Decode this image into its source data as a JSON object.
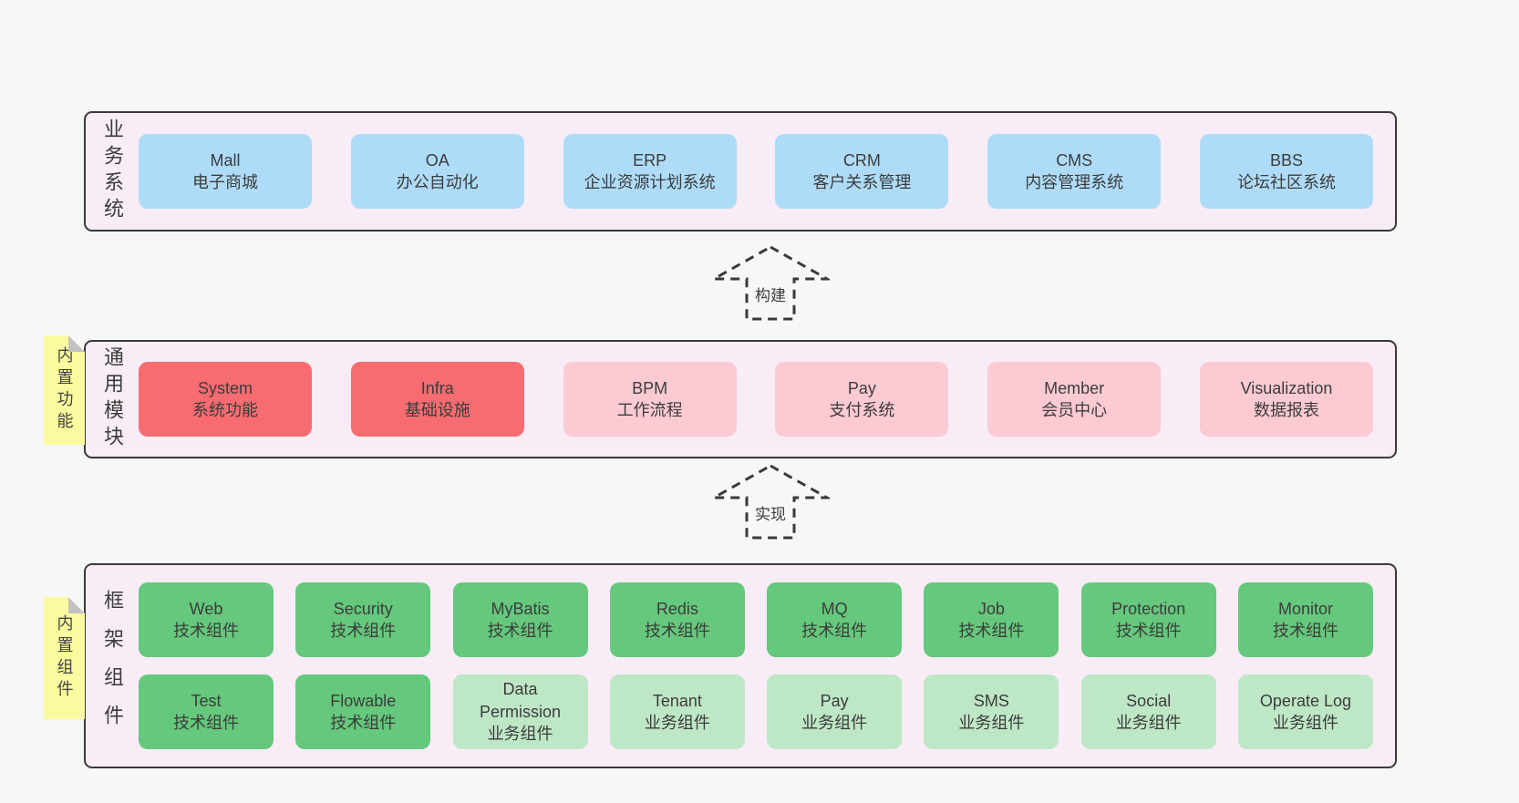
{
  "colors": {
    "page_bg": "#f7f7f7",
    "panel_bg": "#f8edf6",
    "panel_border": "#3a3a3a",
    "business_box_blue": "#aedcf8",
    "core_module_red": "#f76c70",
    "optional_module_pink": "#fccad3",
    "tech_component_green": "#65c87c",
    "biz_component_light_green": "#bee7c6",
    "sticky_tab_yellow": "#fafa9e",
    "text": "#3c3c3c"
  },
  "diagram": {
    "arrows": [
      {
        "label": "构建"
      },
      {
        "label": "实现"
      }
    ],
    "layers": [
      {
        "side_label": "业务系统",
        "rows": [
          [
            {
              "title": "Mall",
              "subtitle": "电子商城",
              "tone": "blue"
            },
            {
              "title": "OA",
              "subtitle": "办公自动化",
              "tone": "blue"
            },
            {
              "title": "ERP",
              "subtitle": "企业资源计划系统",
              "tone": "blue"
            },
            {
              "title": "CRM",
              "subtitle": "客户关系管理",
              "tone": "blue"
            },
            {
              "title": "CMS",
              "subtitle": "内容管理系统",
              "tone": "blue"
            },
            {
              "title": "BBS",
              "subtitle": "论坛社区系统",
              "tone": "blue"
            }
          ]
        ]
      },
      {
        "side_label": "通用模块",
        "sticky_tab": "内置功能",
        "rows": [
          [
            {
              "title": "System",
              "subtitle": "系统功能",
              "tone": "red"
            },
            {
              "title": "Infra",
              "subtitle": "基础设施",
              "tone": "red"
            },
            {
              "title": "BPM",
              "subtitle": "工作流程",
              "tone": "pink"
            },
            {
              "title": "Pay",
              "subtitle": "支付系统",
              "tone": "pink"
            },
            {
              "title": "Member",
              "subtitle": "会员中心",
              "tone": "pink"
            },
            {
              "title": "Visualization",
              "subtitle": "数据报表",
              "tone": "pink"
            }
          ]
        ]
      },
      {
        "side_label": "框架组件",
        "sticky_tab": "内置组件",
        "rows": [
          [
            {
              "title": "Web",
              "subtitle": "技术组件",
              "tone": "green"
            },
            {
              "title": "Security",
              "subtitle": "技术组件",
              "tone": "green"
            },
            {
              "title": "MyBatis",
              "subtitle": "技术组件",
              "tone": "green"
            },
            {
              "title": "Redis",
              "subtitle": "技术组件",
              "tone": "green"
            },
            {
              "title": "MQ",
              "subtitle": "技术组件",
              "tone": "green"
            },
            {
              "title": "Job",
              "subtitle": "技术组件",
              "tone": "green"
            },
            {
              "title": "Protection",
              "subtitle": "技术组件",
              "tone": "green"
            },
            {
              "title": "Monitor",
              "subtitle": "技术组件",
              "tone": "green"
            }
          ],
          [
            {
              "title": "Test",
              "subtitle": "技术组件",
              "tone": "green"
            },
            {
              "title": "Flowable",
              "subtitle": "技术组件",
              "tone": "green"
            },
            {
              "title": "Data Permission",
              "subtitle": "业务组件",
              "tone": "light-green"
            },
            {
              "title": "Tenant",
              "subtitle": "业务组件",
              "tone": "light-green"
            },
            {
              "title": "Pay",
              "subtitle": "业务组件",
              "tone": "light-green"
            },
            {
              "title": "SMS",
              "subtitle": "业务组件",
              "tone": "light-green"
            },
            {
              "title": "Social",
              "subtitle": "业务组件",
              "tone": "light-green"
            },
            {
              "title": "Operate Log",
              "subtitle": "业务组件",
              "tone": "light-green"
            }
          ]
        ]
      }
    ]
  }
}
